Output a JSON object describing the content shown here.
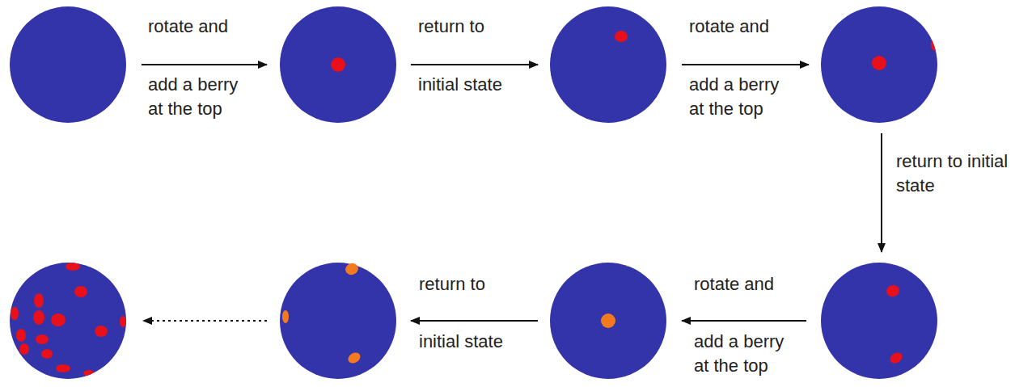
{
  "diagram": {
    "labels": [
      "rotate and",
      "add a berry at the top",
      "return to",
      "initial state",
      "rotate and",
      "add a berry at the top",
      "return to initial state",
      "rotate and",
      "add a berry at the top",
      "return to",
      "initial state"
    ]
  }
}
